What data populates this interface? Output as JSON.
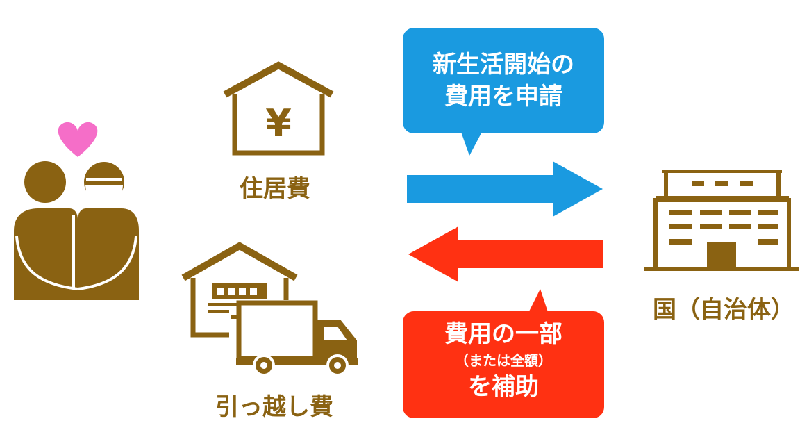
{
  "colors": {
    "brown": "#8a6212",
    "heart": "#f56ec8",
    "blue": "#1a9ae0",
    "red": "#ff3112",
    "white": "#ffffff"
  },
  "icons": {
    "couple": "couple-icon",
    "heart": "heart-icon",
    "house": "house-yen-icon",
    "warehouse": "warehouse-icon",
    "truck": "truck-icon",
    "government": "government-building-icon"
  },
  "labels": {
    "housing": "住居費",
    "moving": "引っ越し費",
    "government": "国（自治体）",
    "yen": "¥"
  },
  "flows": {
    "to_government": {
      "line1": "新生活開始の",
      "line2": "費用を申請"
    },
    "from_government": {
      "line1": "費用の一部",
      "line2": "（または全額）",
      "line3": "を補助"
    }
  }
}
